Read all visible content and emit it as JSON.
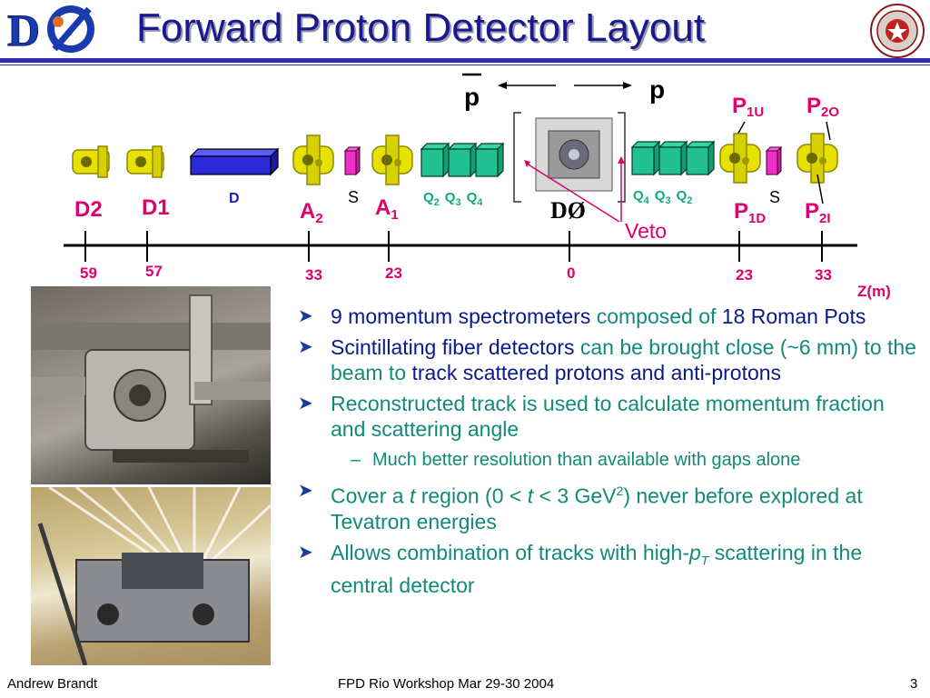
{
  "title": "Forward Proton Detector Layout",
  "logo_text": "DØ",
  "diagram": {
    "pbar_label": "p",
    "p_label": "p",
    "top_labels": [
      {
        "main": "P",
        "sub": "1U"
      },
      {
        "main": "P",
        "sub": "2O"
      }
    ],
    "bottom_detectors": [
      {
        "main": "D2",
        "sub": ""
      },
      {
        "main": "D1",
        "sub": ""
      },
      {
        "main": "A",
        "sub": "2"
      },
      {
        "main": "A",
        "sub": "1"
      },
      {
        "main": "P",
        "sub": "1D"
      },
      {
        "main": "P",
        "sub": "2I"
      }
    ],
    "dipole_label": "D",
    "sep_label_left": "S",
    "sep_label_right": "S",
    "quads_left": [
      "Q",
      "Q",
      "Q"
    ],
    "quads_left_sub": [
      "2",
      "3",
      "4"
    ],
    "quads_right": [
      "Q",
      "Q",
      "Q"
    ],
    "quads_right_sub": [
      "4",
      "3",
      "2"
    ],
    "center_label": "DØ",
    "veto_label": "Veto",
    "positions": [
      "59",
      "57",
      "33",
      "23",
      "0",
      "23",
      "33"
    ],
    "axis_label": "Z(m)"
  },
  "bullets": {
    "b1_a": "9 momentum spectrometers ",
    "b1_b": "composed of",
    "b1_c": " 18 Roman Pots",
    "b2_a": "Scintillating fiber detectors ",
    "b2_b": "can be brought close (~6 mm) to the beam to",
    "b2_c": " track scattered protons and anti-protons",
    "b3": "Reconstructed track is used to calculate momentum fraction and scattering angle",
    "b3_sub": "Much better resolution than available with gaps alone",
    "b4_a": "Cover a ",
    "b4_t1": "t",
    "b4_b": " region (0 < ",
    "b4_t2": "t",
    "b4_c": " < 3 GeV",
    "b4_sup": "2",
    "b4_d": ") never before explored at Tevatron energies",
    "b5_a": "Allows combination of tracks with high-",
    "b5_p": "p",
    "b5_T": "T",
    "b5_b": " scattering in the central detector"
  },
  "footer": {
    "author": "Andrew Brandt",
    "event": "FPD Rio Workshop Mar 29-30 2004",
    "page": "3"
  },
  "colors": {
    "title": "#1a1a8c",
    "accent_red": "#e0006c",
    "quad_green": "#11aa7a",
    "dipole_blue": "#2a2ad8",
    "pot_yellow": "#e8e000"
  }
}
